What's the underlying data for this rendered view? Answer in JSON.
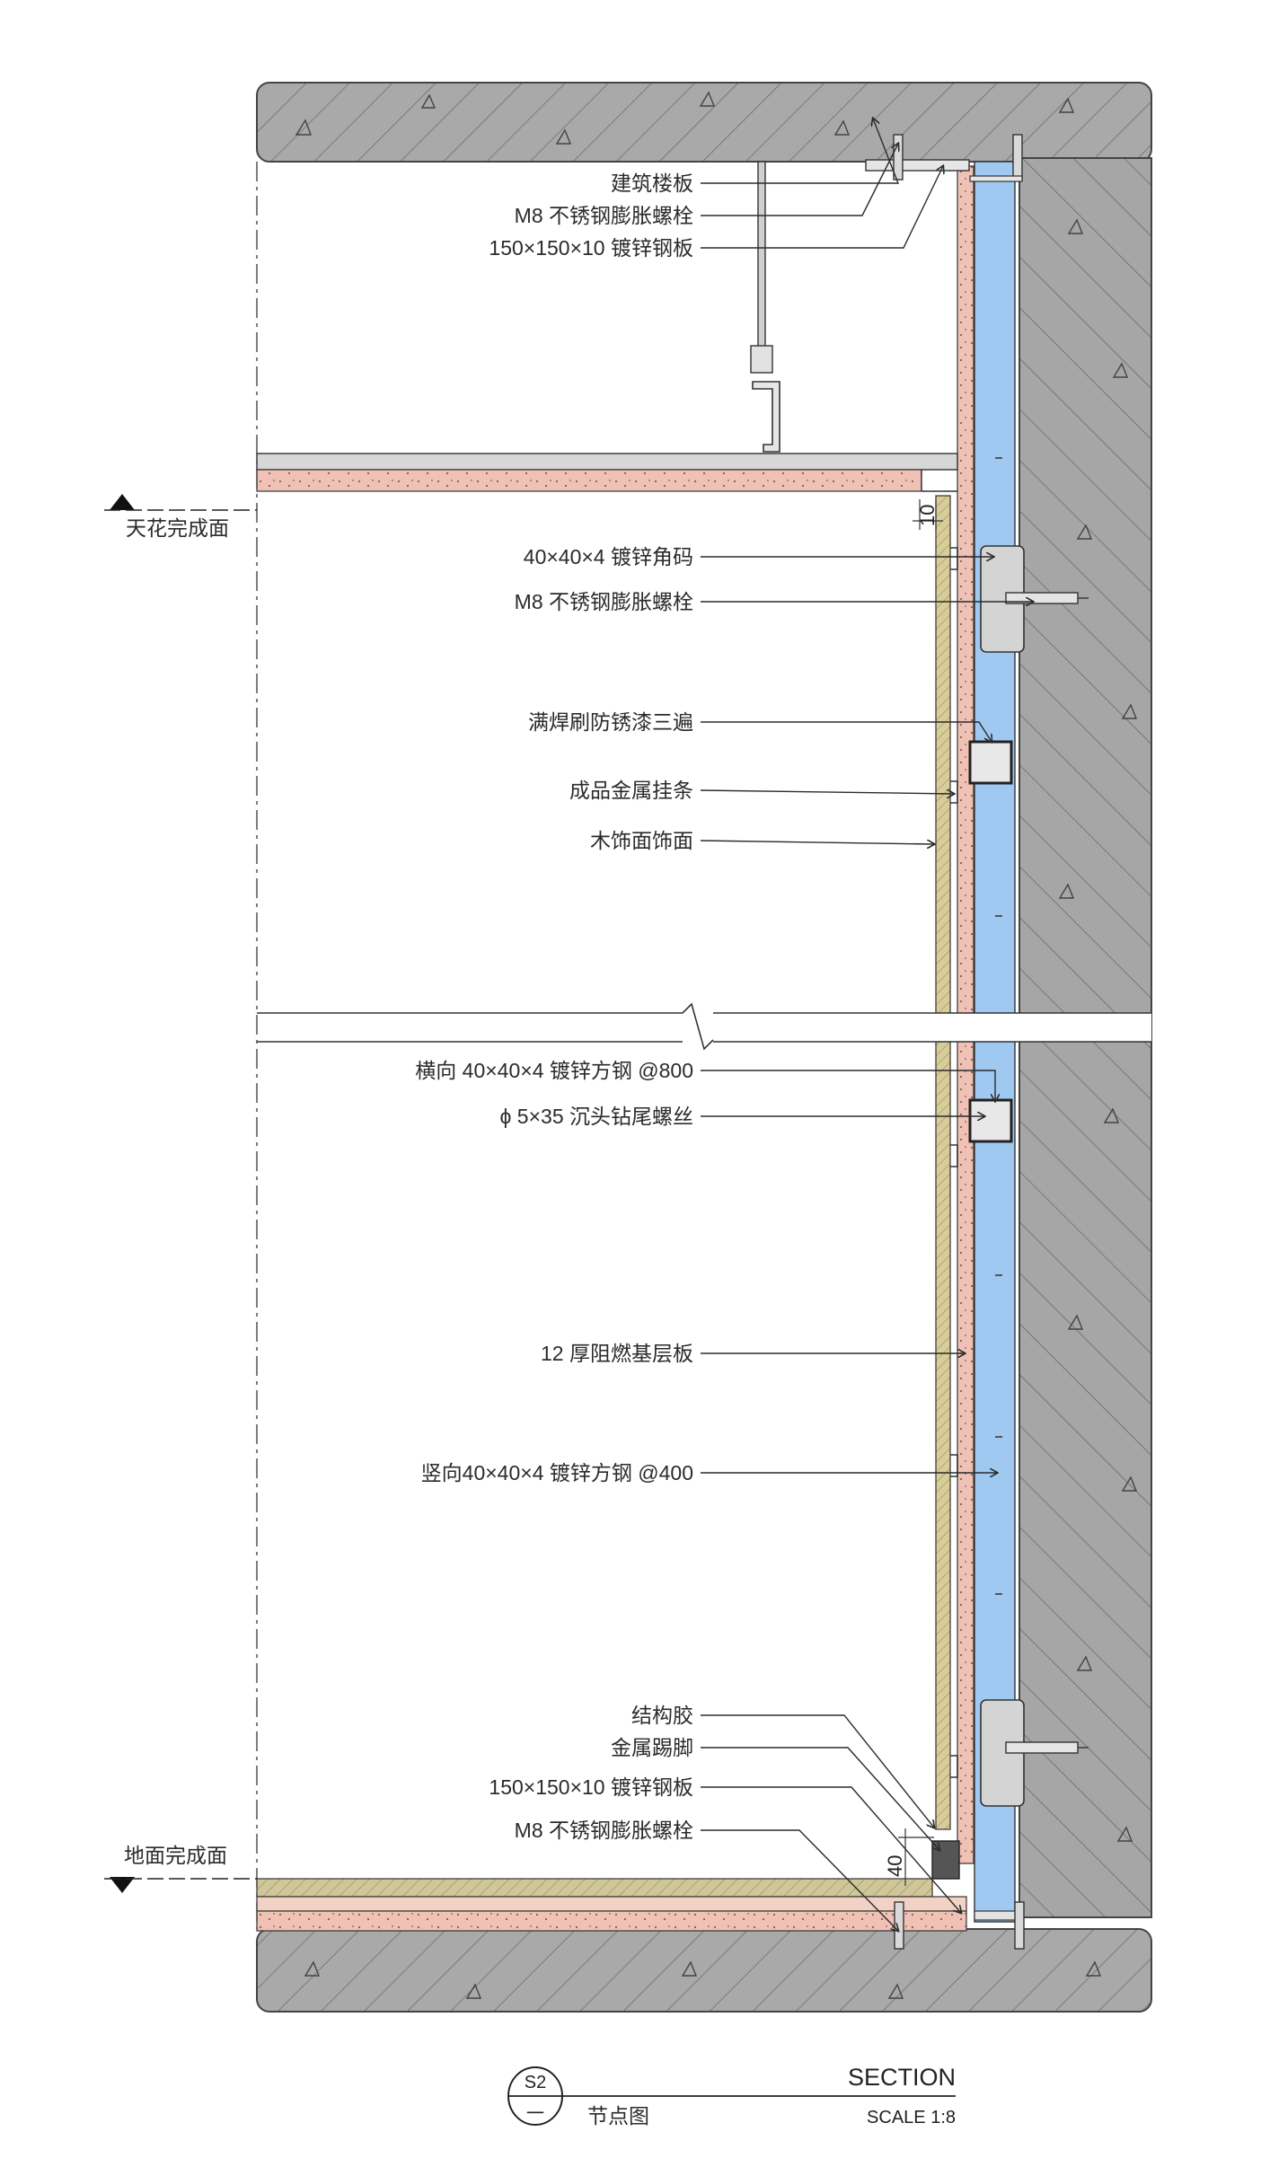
{
  "callouts": [
    {
      "key": "floor_slab",
      "text": "建筑楼板"
    },
    {
      "key": "m8_bolt_top",
      "text": "M8 不锈钢膨胀螺栓"
    },
    {
      "key": "plate_top",
      "text": "150×150×10 镀锌钢板"
    },
    {
      "key": "angle_code",
      "text": "40×40×4 镀锌角码"
    },
    {
      "key": "m8_bolt_mid",
      "text": "M8 不锈钢膨胀螺栓"
    },
    {
      "key": "welding",
      "text": "满焊刷防锈漆三遍"
    },
    {
      "key": "metal_strip",
      "text": "成品金属挂条"
    },
    {
      "key": "wood_finish",
      "text": "木饰面饰面"
    },
    {
      "key": "horizontal_steel",
      "text": "横向 40×40×4 镀锌方钢 @800"
    },
    {
      "key": "screw",
      "text": "ϕ 5×35 沉头钻尾螺丝"
    },
    {
      "key": "base_board",
      "text": "12 厚阻燃基层板"
    },
    {
      "key": "vertical_steel",
      "text": "竖向40×40×4 镀锌方钢 @400"
    },
    {
      "key": "glue",
      "text": "结构胶"
    },
    {
      "key": "skirting",
      "text": "金属踢脚"
    },
    {
      "key": "plate_bottom",
      "text": "150×150×10 镀锌钢板"
    },
    {
      "key": "m8_bolt_bottom",
      "text": "M8 不锈钢膨胀螺栓"
    }
  ],
  "levels": {
    "ceiling": "天花完成面",
    "floor": "地面完成面"
  },
  "dimensions": {
    "ceiling_gap": "10",
    "skirting_height": "40"
  },
  "title_block": {
    "code": "S2",
    "number": "一",
    "name": "节点图",
    "heading": "SECTION",
    "scale": "SCALE 1:8"
  },
  "colors": {
    "concrete": "#a9a9a9",
    "insulation": "#9fc9f0",
    "board": "#f0c2b6",
    "wood": "#d8cc99",
    "metal": "#d4d4d4",
    "line": "#2b2b2b"
  }
}
